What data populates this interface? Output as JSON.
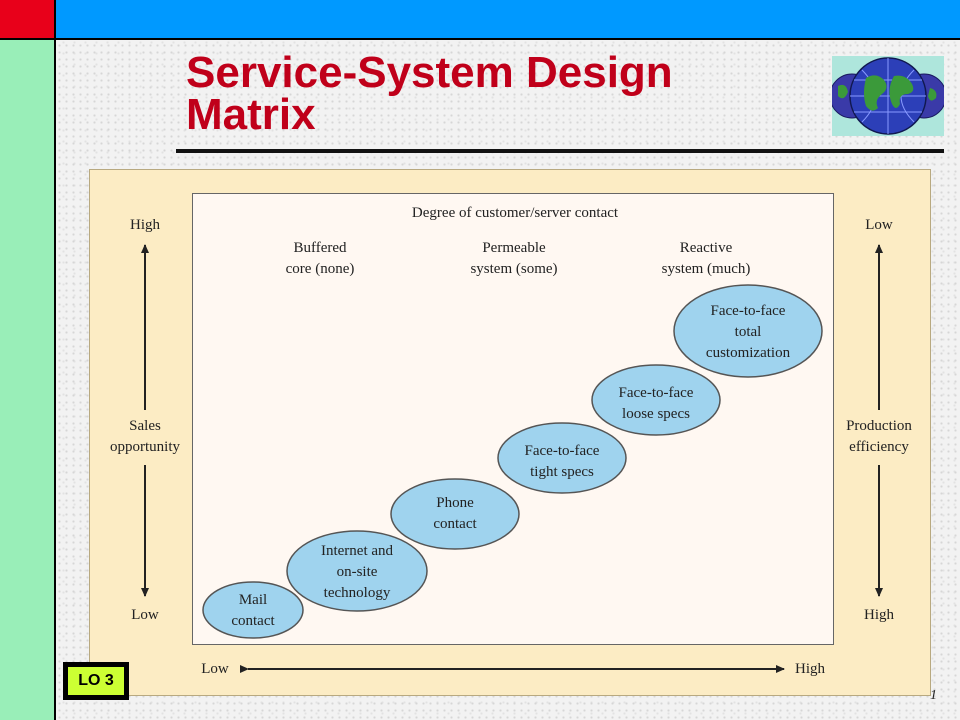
{
  "slide": {
    "title": "Service-System Design\nMatrix",
    "badge": "LO 3",
    "page_number": "1"
  },
  "diagram": {
    "header": "Degree of customer/server contact",
    "columns": [
      "Buffered\ncore (none)",
      "Permeable\nsystem (some)",
      "Reactive\nsystem (much)"
    ],
    "left_axis": {
      "top": "High",
      "middle": "Sales\nopportunity",
      "bottom": "Low"
    },
    "right_axis": {
      "top": "Low",
      "middle": "Production\nefficiency",
      "bottom": "High"
    },
    "bottom_axis": {
      "left": "Low",
      "right": "High"
    },
    "ellipses": [
      "Mail\ncontact",
      "Internet and\non-site\ntechnology",
      "Phone\ncontact",
      "Face-to-face\ntight specs",
      "Face-to-face\nloose specs",
      "Face-to-face\ntotal\ncustomization"
    ]
  },
  "colors": {
    "title": "#c0001a",
    "ellipse_fill": "#9fd3ee",
    "ellipse_stroke": "#555555",
    "badge": "#ccff33"
  }
}
